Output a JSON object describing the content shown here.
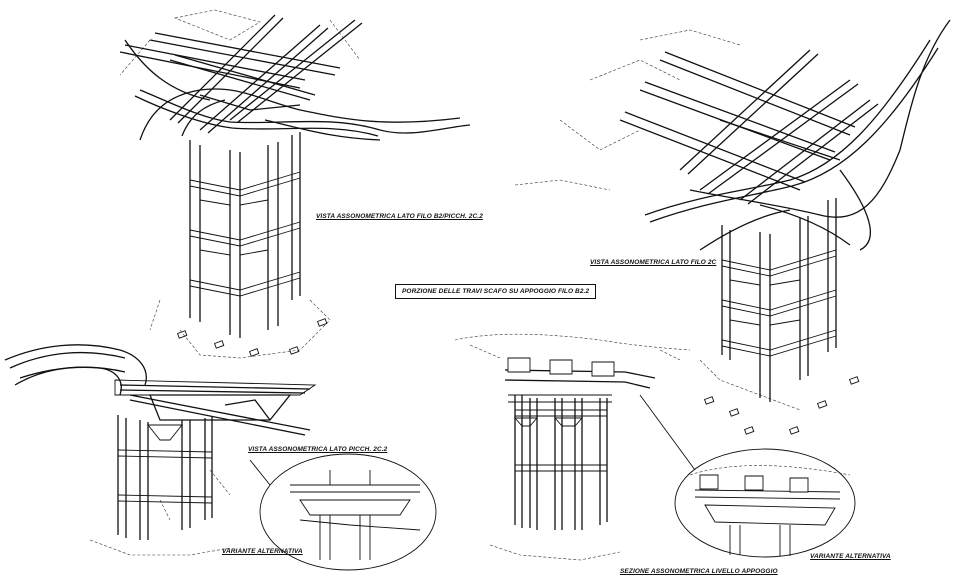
{
  "labels": {
    "view_top_left": "VISTA ASSONOMETRICA LATO FILO B2/PICCH. 2C.2",
    "title_center": "PORZIONE DELLE TRAVI SCAFO SU APPOGGIO FILO B2.2",
    "view_top_right": "VISTA ASSONOMETRICA LATO FILO 2C",
    "view_bottom_left": "VISTA ASSONOMETRICA LATO PICCH. 2C.2",
    "variant_left": "VARIANTE ALTERNATIVA",
    "section_bottom_center": "SEZIONE ASSONOMETRICA LIVELLO APPOGGIO",
    "variant_right": "VARIANTE ALTERNATIVA"
  }
}
